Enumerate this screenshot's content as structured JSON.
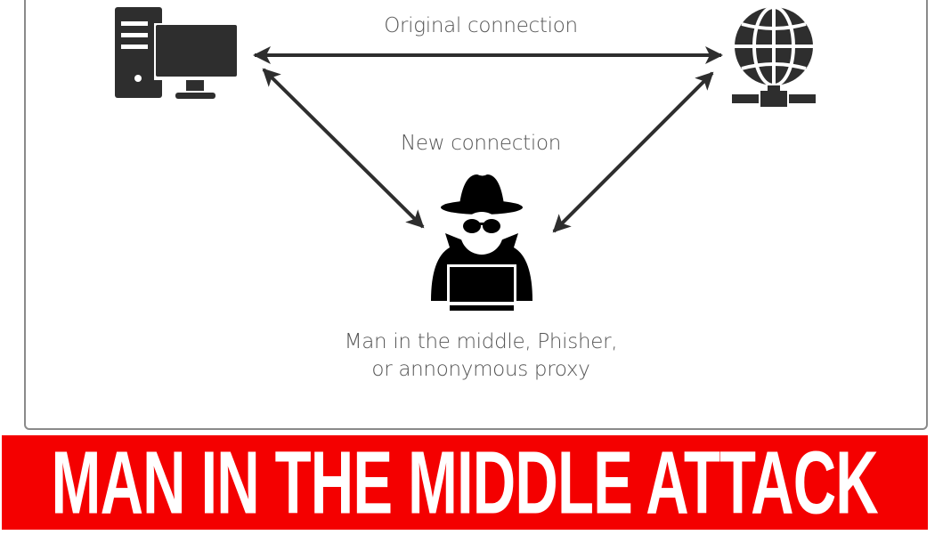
{
  "diagram": {
    "title": "Man in the middle attack",
    "nodes": [
      {
        "id": "client",
        "icon": "desktop-computer-icon",
        "label": ""
      },
      {
        "id": "server",
        "icon": "globe-network-icon",
        "label": ""
      },
      {
        "id": "attacker",
        "icon": "hacker-spy-icon",
        "label": "Man in the middle, Phisher, or annonymous proxy"
      }
    ],
    "edges": [
      {
        "from": "client",
        "to": "server",
        "label": "Original connection",
        "direction": "bidirectional"
      },
      {
        "from": "client",
        "to": "attacker",
        "label": "New connection",
        "direction": "bidirectional"
      },
      {
        "from": "attacker",
        "to": "server",
        "label": "New connection",
        "direction": "bidirectional"
      }
    ]
  },
  "labels": {
    "original_connection": "Original connection",
    "new_connection": "New connection",
    "attacker_line1": "Man in the middle, Phisher,",
    "attacker_line2": "or annonymous proxy"
  },
  "banner": {
    "text": "MAN IN THE MIDDLE ATTACK",
    "background": "#f40000",
    "color": "#ffffff"
  },
  "colors": {
    "icon": "#2e2e2e",
    "arrow": "#2e2e2e",
    "label": "#555555",
    "frame_border": "#8a8a8a"
  }
}
